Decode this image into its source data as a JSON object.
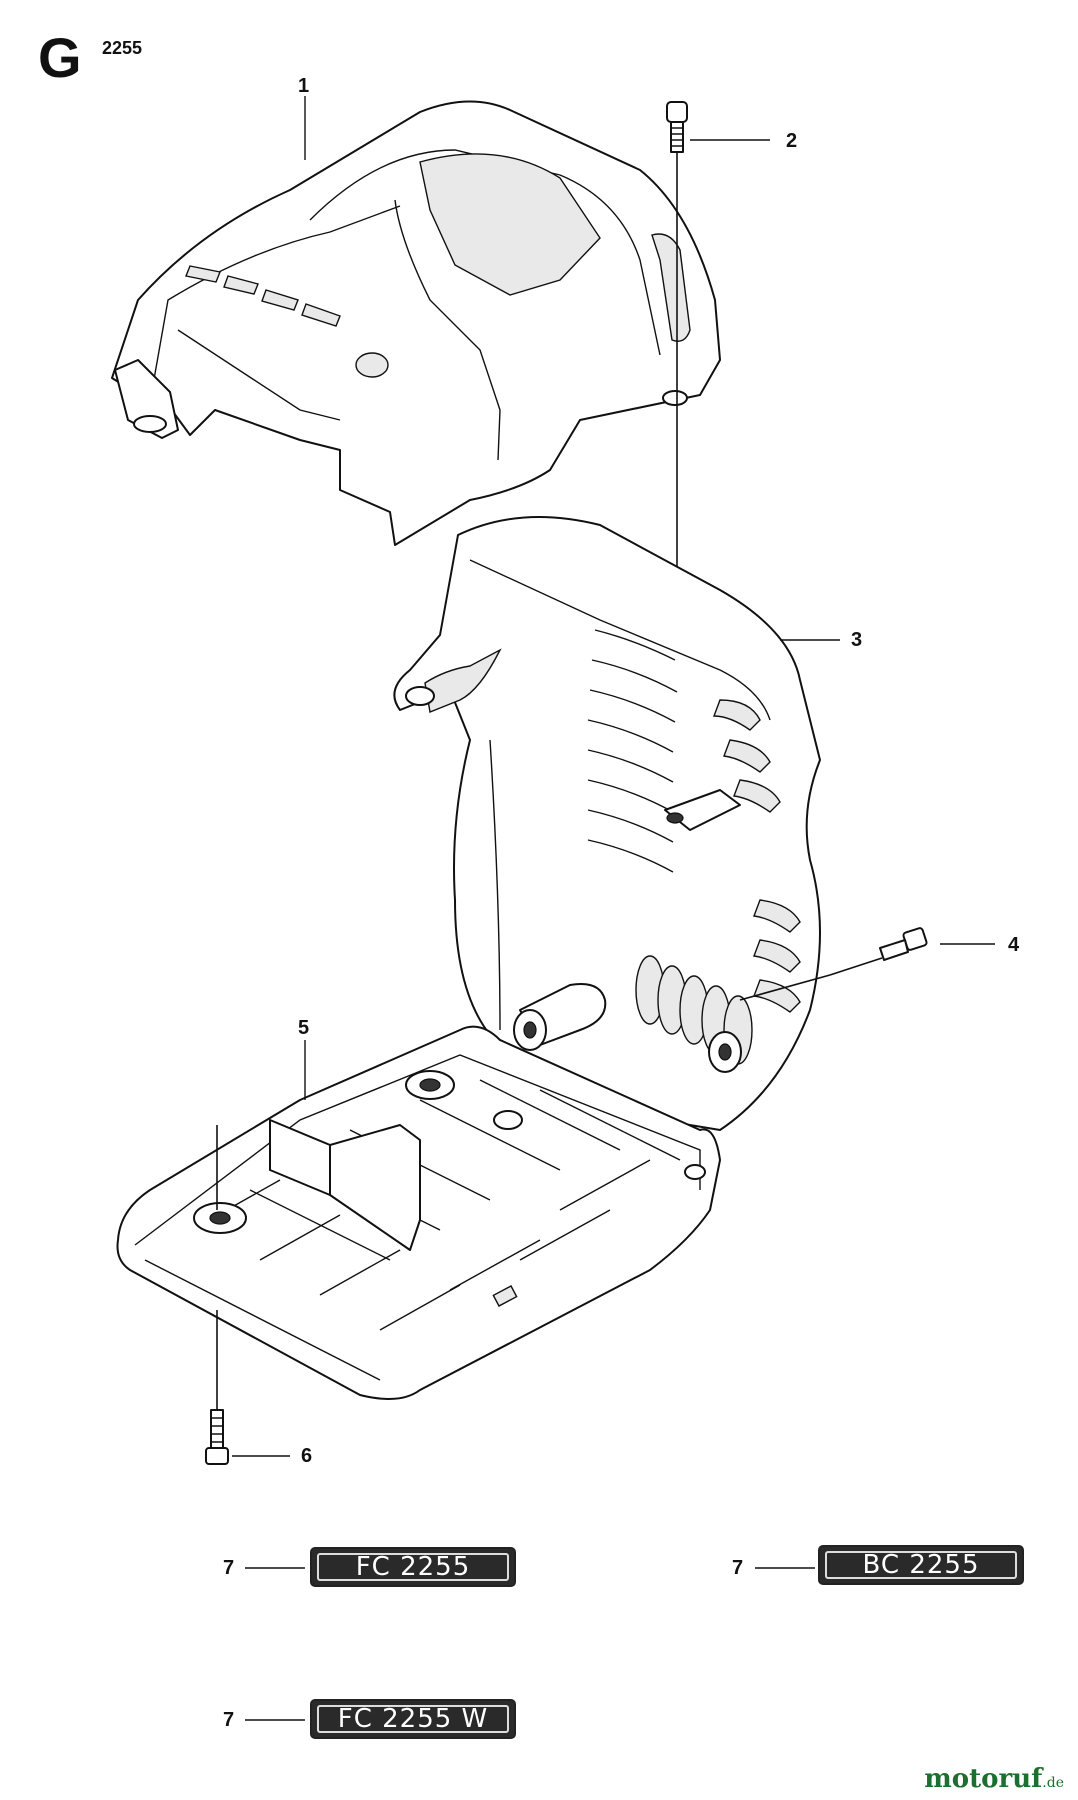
{
  "header": {
    "section_letter": "G",
    "model": "2255"
  },
  "callouts": [
    {
      "id": "1",
      "label": "1"
    },
    {
      "id": "2",
      "label": "2"
    },
    {
      "id": "3",
      "label": "3"
    },
    {
      "id": "4",
      "label": "4"
    },
    {
      "id": "5",
      "label": "5"
    },
    {
      "id": "6",
      "label": "6"
    },
    {
      "id": "7a",
      "label": "7"
    },
    {
      "id": "7b",
      "label": "7"
    },
    {
      "id": "7c",
      "label": "7"
    }
  ],
  "decals": [
    {
      "id": "decal-fc",
      "text": "FC 2255"
    },
    {
      "id": "decal-bc",
      "text": "BC 2255"
    },
    {
      "id": "decal-fcw",
      "text": "FC 2255 W"
    }
  ],
  "watermark": {
    "main": "motoruf",
    "suffix": ".de"
  },
  "colors": {
    "line": "#111111",
    "decal_bg": "#2a2a2a",
    "watermark": "#1d6f2f"
  }
}
